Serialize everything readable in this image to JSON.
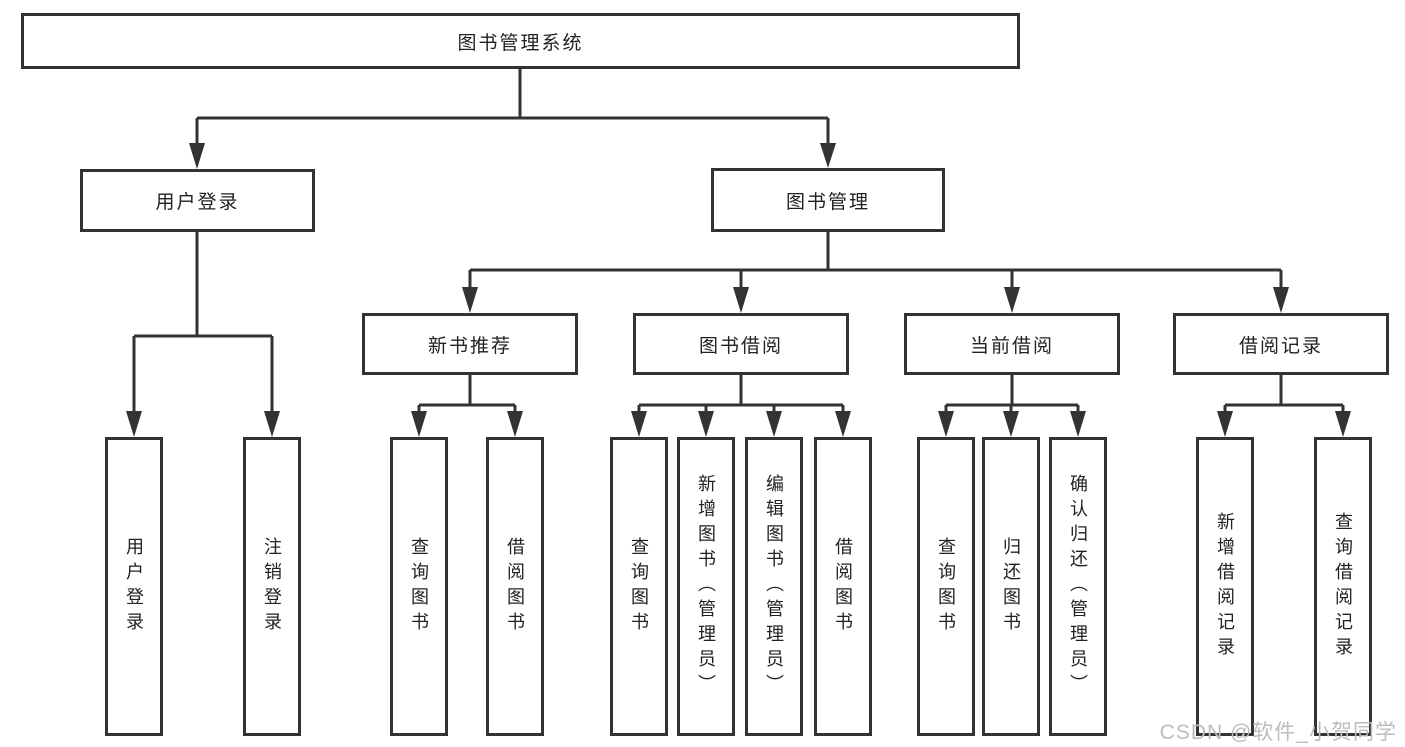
{
  "nodes": {
    "root": "图书管理系统",
    "login": "用户登录",
    "book_mgmt": "图书管理",
    "new_books": "新书推荐",
    "book_borrow": "图书借阅",
    "current_borrow": "当前借阅",
    "borrow_records": "借阅记录",
    "login_user": "用户登录",
    "login_logout": "注销登录",
    "nb_query": "查询图书",
    "nb_borrow": "借阅图书",
    "bb_query": "查询图书",
    "bb_add": "新增图书（管理员）",
    "bb_edit": "编辑图书（管理员）",
    "bb_borrow": "借阅图书",
    "cb_query": "查询图书",
    "cb_return": "归还图书",
    "cb_confirm": "确认归还（管理员）",
    "br_add": "新增借阅记录",
    "br_query": "查询借阅记录"
  },
  "watermark": "CSDN @软件_小贺同学",
  "colors": {
    "line": "#333333",
    "text": "#222222",
    "watermark": "#bcbcbc",
    "background": "#ffffff"
  }
}
